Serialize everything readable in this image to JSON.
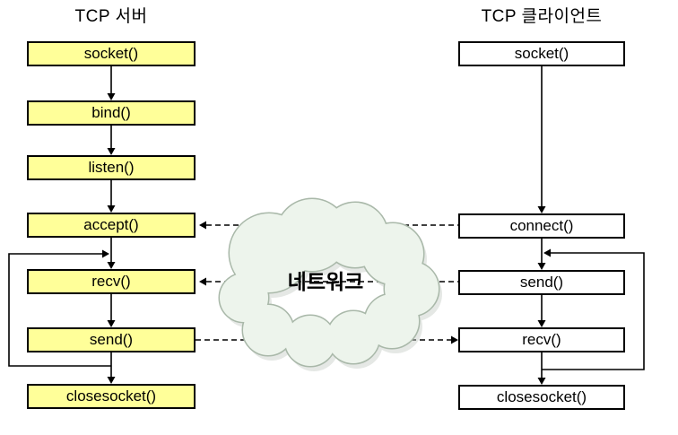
{
  "diagram": {
    "kind": "tcp-socket-flowchart",
    "server": {
      "title": "TCP 서버",
      "steps": [
        "socket()",
        "bind()",
        "listen()",
        "accept()",
        "recv()",
        "send()",
        "closesocket()"
      ]
    },
    "client": {
      "title": "TCP 클라이언트",
      "steps": [
        "socket()",
        "connect()",
        "send()",
        "recv()",
        "closesocket()"
      ]
    },
    "network_cloud": {
      "label": "네트워크"
    },
    "dashed_links": [
      "connect() → accept()",
      "client send() → server recv()",
      "server send() → client recv()"
    ],
    "colors": {
      "server_box_fill": "#ffff99",
      "client_box_fill": "#ffffff",
      "box_border": "#000000",
      "line": "#000000",
      "cloud_fill": "#edf4ec",
      "cloud_border": "#a9b8a9"
    }
  }
}
